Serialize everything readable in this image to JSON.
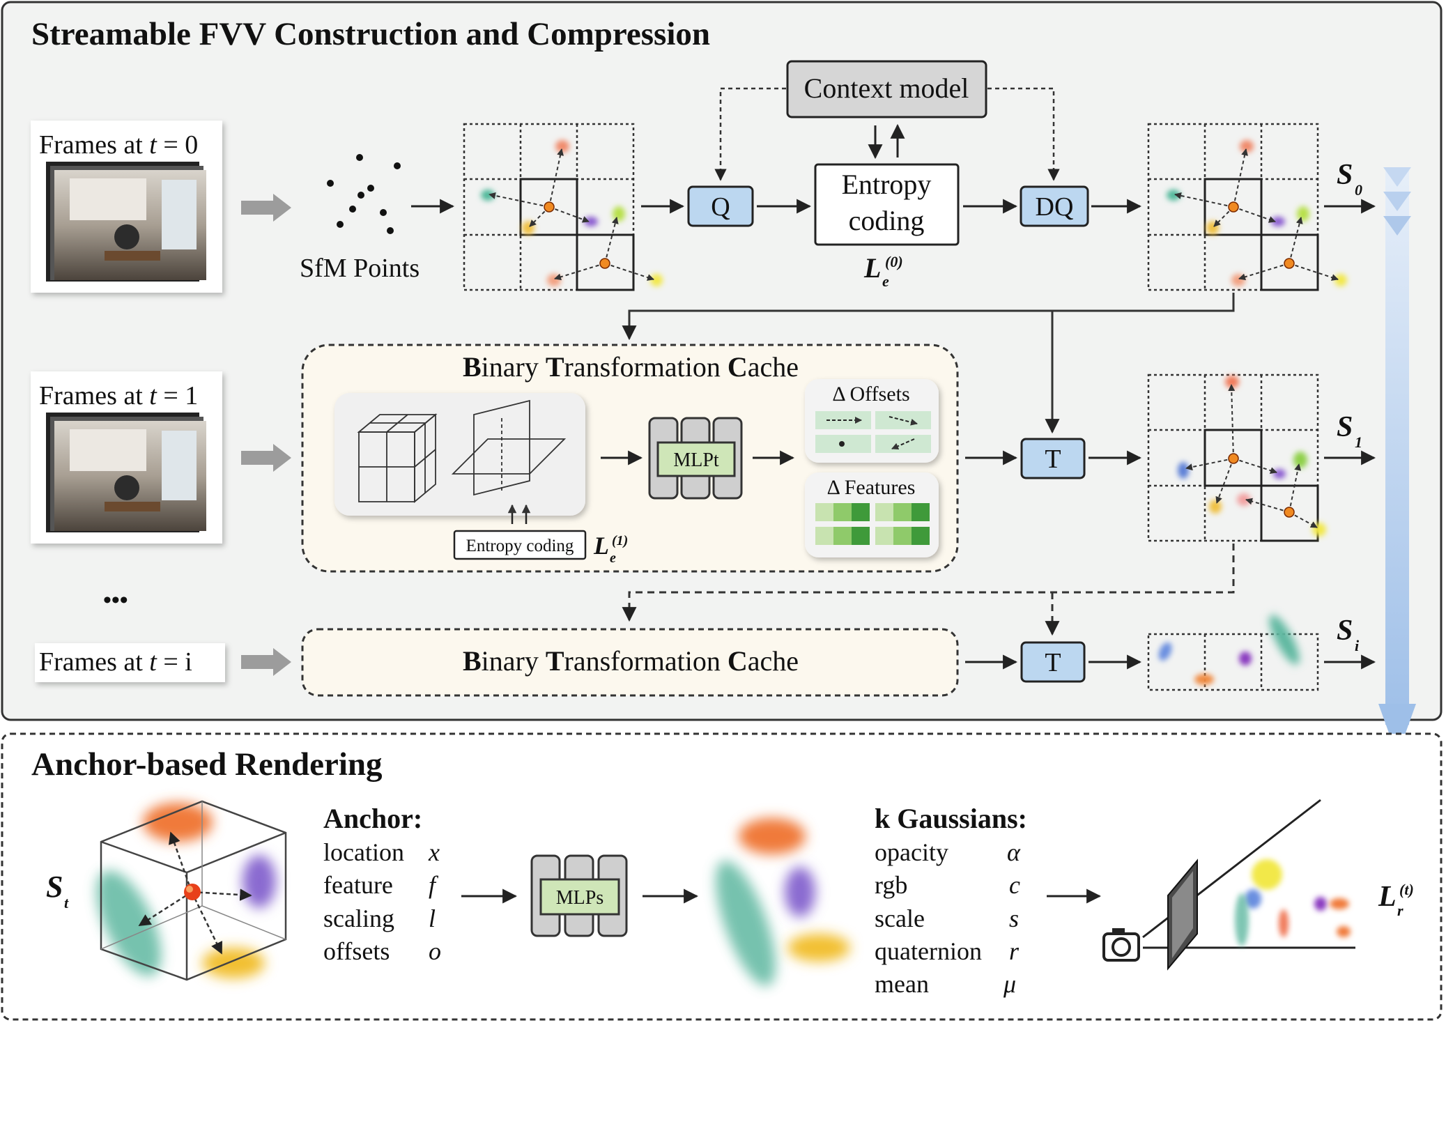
{
  "top_panel": {
    "title": "Streamable FVV Construction and Compression",
    "frames": [
      "Frames at",
      "t",
      " = 0",
      " = 1",
      " = i",
      "•••"
    ],
    "sfm_label": "SfM Points",
    "context_model": "Context model",
    "q_label": "Q",
    "entropy_line1": "Entropy",
    "entropy_line2": "coding",
    "dq_label": "DQ",
    "t_label": "T",
    "loss_e0": {
      "main": "L",
      "sub": "e",
      "sup": "(0)"
    },
    "loss_e1": {
      "main": "L",
      "sub": "e",
      "sup": "(1)"
    },
    "s_labels": [
      {
        "main": "S",
        "sub": "0"
      },
      {
        "main": "S",
        "sub": "1"
      },
      {
        "main": "S",
        "sub": "i"
      }
    ],
    "btc": {
      "b": "B",
      "inary": "inary ",
      "t": "T",
      "ransformation": "ransformation ",
      "c": "C",
      "ache": "ache"
    },
    "btc_entropy": "Entropy coding",
    "mlpt_label": "MLPt",
    "delta_offsets": "Δ Offsets",
    "delta_features": "Δ Features"
  },
  "bottom_panel": {
    "title": "Anchor-based Rendering",
    "st_label": {
      "main": "S",
      "sub": "t"
    },
    "anchor_title": "Anchor:",
    "anchor_rows": [
      {
        "name": "location",
        "sym": "x"
      },
      {
        "name": "feature",
        "sym": "f"
      },
      {
        "name": "scaling",
        "sym": "l"
      },
      {
        "name": "offsets",
        "sym": "o"
      }
    ],
    "mlps_label": "MLPs",
    "gauss_title": "k Gaussians:",
    "gauss_rows": [
      {
        "name": "opacity",
        "sym": "α"
      },
      {
        "name": "rgb",
        "sym": "c"
      },
      {
        "name": "scale",
        "sym": "s"
      },
      {
        "name": "quaternion",
        "sym": "r"
      },
      {
        "name": "mean",
        "sym": "μ"
      }
    ],
    "loss_r": {
      "main": "L",
      "sub": "r",
      "sup": "(t)"
    }
  },
  "colors": {
    "panel_fill": "#f2f3f2",
    "box_blue": "#bcd7f0",
    "box_gray": "#d6d6d6",
    "mlp_green": "#cfe6b8",
    "btc_fill": "#fcf8ee",
    "flow_blue": "#a9c6ea"
  }
}
